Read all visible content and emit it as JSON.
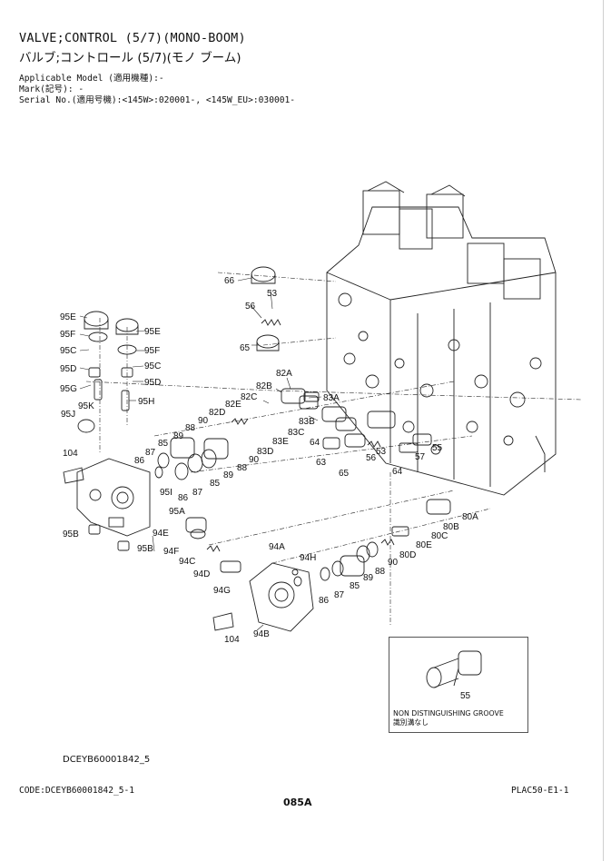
{
  "header": {
    "title_en": "VALVE;CONTROL (5/7)(MONO-BOOM)",
    "title_ja": "バルブ;コントロール (5/7)(モノ ブーム)",
    "applicable_model": "Applicable Model (適用機種):-",
    "mark": "Mark(記号): -",
    "serial_no": "Serial No.(適用号機):<145W>:020001-, <145W_EU>:030001-"
  },
  "callouts": {
    "c66": "66",
    "c53a": "53",
    "c56a": "56",
    "c65a": "65",
    "c95E_l": "95E",
    "c95F_l": "95F",
    "c95C_l": "95C",
    "c95D_l": "95D",
    "c95G": "95G",
    "c95K": "95K",
    "c95J": "95J",
    "c95E_r": "95E",
    "c95F_r": "95F",
    "c95C_r": "95C",
    "c95D_r": "95D",
    "c95H": "95H",
    "c82A": "82A",
    "c82B": "82B",
    "c82C": "82C",
    "c82E": "82E",
    "c82D": "82D",
    "c90a": "90",
    "c88a": "88",
    "c89a": "89",
    "c85a": "85",
    "c87a": "87",
    "c86a": "86",
    "c83A": "83A",
    "c83B": "83B",
    "c83C": "83C",
    "c83E": "83E",
    "c83D": "83D",
    "c90b": "90",
    "c88b": "88",
    "c89b": "89",
    "c85b": "85",
    "c87b": "87",
    "c86b": "86",
    "c104a": "104",
    "c95I": "95I",
    "c95A": "95A",
    "c95B_l": "95B",
    "c95B_r": "95B",
    "c64a": "64",
    "c63": "63",
    "c65b": "65",
    "c56b": "56",
    "c53b": "53",
    "c64b": "64",
    "c57": "57",
    "c55": "55",
    "c94E": "94E",
    "c94F": "94F",
    "c94C": "94C",
    "c94D": "94D",
    "c94G": "94G",
    "c94A": "94A",
    "c94H": "94H",
    "c94B": "94B",
    "c104b": "104",
    "c80A": "80A",
    "c80B": "80B",
    "c80C": "80C",
    "c80E": "80E",
    "c80D": "80D",
    "c90c": "90",
    "c89c": "89",
    "c88c": "88",
    "c85c": "85",
    "c87c": "87",
    "c86c": "86"
  },
  "inset": {
    "part_number": "55",
    "caption_en": "NON DISTINGUISHING GROOVE",
    "caption_ja": "識別溝なし"
  },
  "footer": {
    "drawing_code": "DCEYB60001842_5",
    "code": "CODE:DCEYB60001842_5-1",
    "page_number": "085A",
    "catalog_ref": "PLAC50-E1-1"
  }
}
